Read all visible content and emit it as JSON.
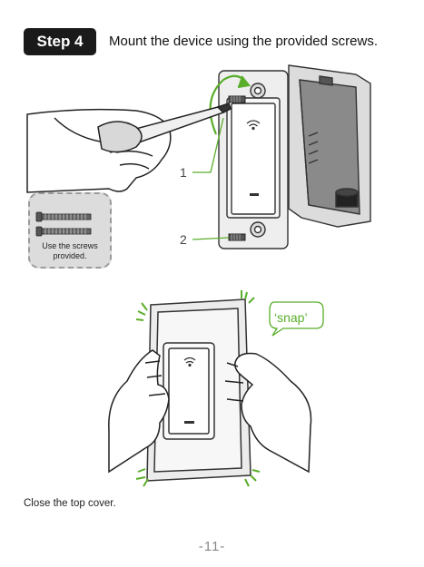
{
  "step": {
    "badge": "Step 4",
    "title": "Mount the device using the provided screws."
  },
  "top_illustration": {
    "callout_1": "1",
    "callout_2": "2",
    "screw_note": [
      "Use the screws",
      "provided."
    ]
  },
  "bottom_illustration": {
    "snap_bubble": "‘snap’"
  },
  "caption": "Close the top cover.",
  "page_number": "-11-",
  "colors": {
    "accent_green": "#5aae2a",
    "badge_bg": "#1a1a1a",
    "screw_box_bg": "#dcdcdc"
  }
}
